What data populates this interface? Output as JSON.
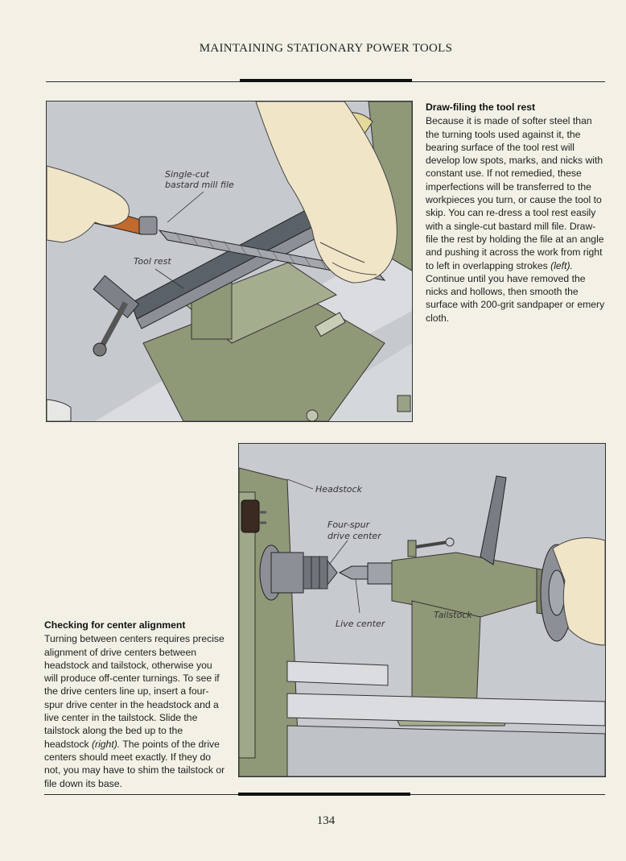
{
  "header": {
    "running_head": "MAINTAINING STATIONARY POWER TOOLS"
  },
  "figure_top": {
    "labels": {
      "file": [
        "Single-cut",
        "bastard mill file"
      ],
      "tool_rest": "Tool rest"
    }
  },
  "caption_top": {
    "title": "Draw-filing the tool rest",
    "body_before": "Because it is made of softer steel than the turning tools used against it, the bearing surface of the tool rest will develop low spots, marks, and nicks with constant use. If not remedied, these imperfections will be transferred to the workpieces you turn, or cause the tool to skip. You can re-dress a tool rest easily with a single-cut bastard mill file. Draw-file the rest by holding the file at an angle and pushing it across the work from right to left in overlapping strokes ",
    "body_italic": "(left).",
    "body_after": " Continue until you have removed the nicks and hollows, then smooth the surface with 200-grit sandpaper or emery cloth."
  },
  "figure_bottom": {
    "labels": {
      "headstock": "Headstock",
      "drive_center": [
        "Four-spur",
        "drive center"
      ],
      "live_center": "Live center",
      "tailstock": "Tailstock"
    }
  },
  "caption_bottom": {
    "title": "Checking for center alignment",
    "body_before": "Turning between centers requires precise alignment of drive centers between headstock and tailstock, otherwise you will produce off-center turnings. To see if the drive centers line up, insert a four-spur drive center in the headstock and a live center in the tailstock. Slide the tailstock along the bed up to the headstock ",
    "body_italic": "(right).",
    "body_after": " The points of the drive centers should meet exactly. If they do not, you may have to shim the tailstock or file down its base."
  },
  "footer": {
    "page_number": "134"
  },
  "colors": {
    "page": "#f3f1e6",
    "machine_green": "#8f9978",
    "steel_gray": "#8c9096",
    "skin": "#f1e5c8"
  }
}
